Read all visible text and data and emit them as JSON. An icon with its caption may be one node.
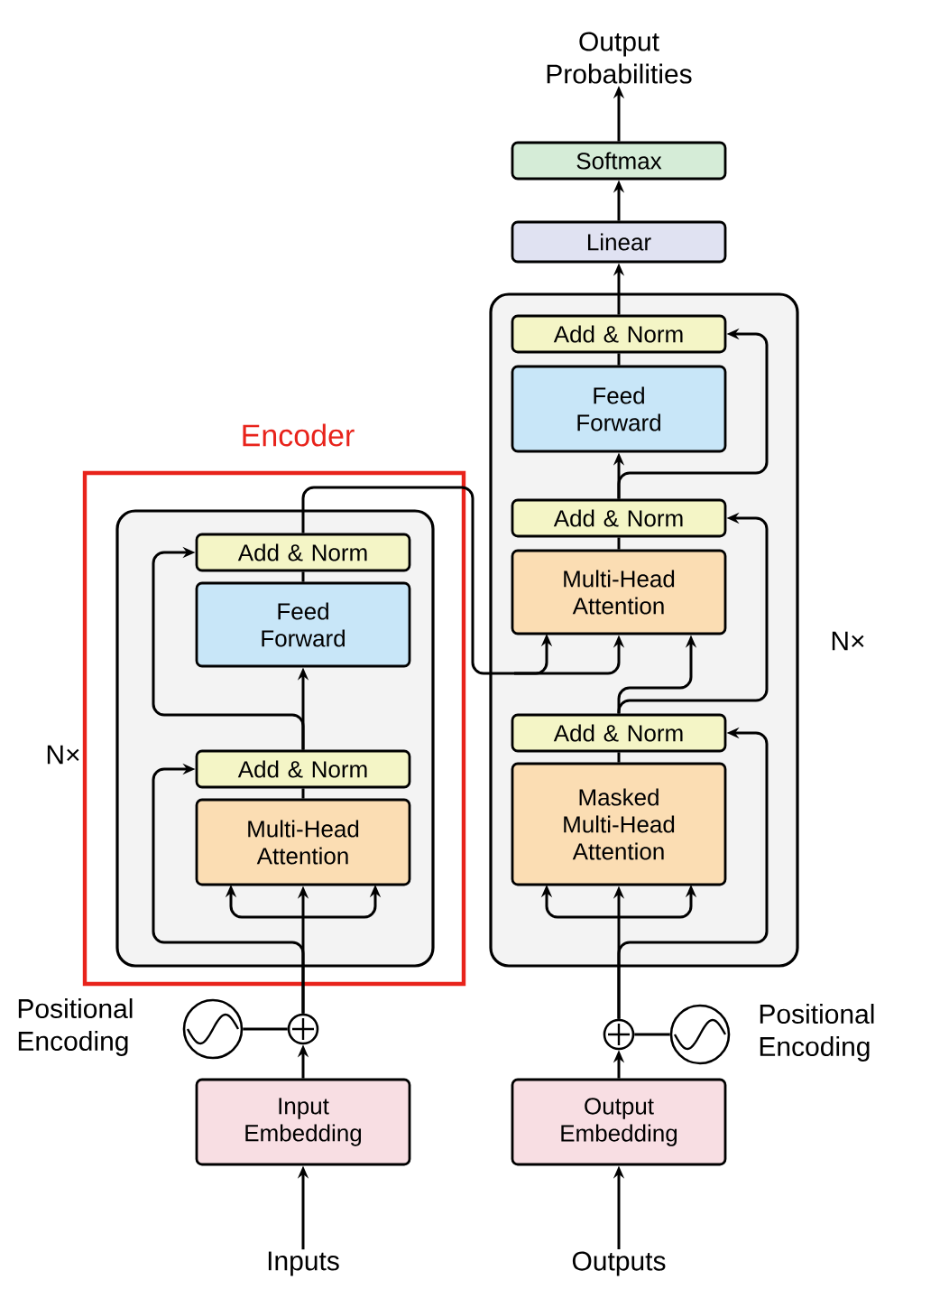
{
  "diagram": {
    "nodes": [
      {
        "text": [
          "Encoder"
        ]
      },
      {
        "text": [],
        "shape": "box",
        "in": 0,
        "beside": [
          "N×"
        ]
      },
      {
        "text": [
          "Add & Norm"
        ],
        "in": 1
      },
      {
        "text": [
          "Feed Forward"
        ],
        "in": 1
      },
      {
        "text": [
          "Add & Norm"
        ],
        "in": 1
      },
      {
        "text": [
          "Multi-Head Attention"
        ],
        "in": 1
      },
      {
        "text": [],
        "shape": "circle",
        "beside": [
          "Positional Encoding"
        ]
      },
      {
        "text": [],
        "shape": "circle"
      },
      {
        "text": [
          "Input Embedding"
        ]
      },
      {
        "text": [
          "Inputs"
        ]
      },
      {
        "text": [],
        "shape": "box",
        "beside": [
          "N×"
        ]
      },
      {
        "text": [
          "Add & Norm"
        ],
        "in": 10
      },
      {
        "text": [
          "Feed Forward"
        ],
        "in": 10
      },
      {
        "text": [
          "Add & Norm"
        ],
        "in": 10
      },
      {
        "text": [
          "Multi-Head Attention"
        ],
        "in": 10
      },
      {
        "text": [
          "Add & Norm"
        ],
        "in": 10
      },
      {
        "text": [
          "Masked Multi-Head Attention"
        ],
        "in": 10
      },
      {
        "text": [],
        "shape": "circle",
        "beside": [
          "Positional Encoding"
        ]
      },
      {
        "text": [],
        "shape": "circle"
      },
      {
        "text": [
          "Output Embedding"
        ]
      },
      {
        "text": [
          "Outputs"
        ]
      },
      {
        "text": [
          "Linear"
        ]
      },
      {
        "text": [
          "Softmax"
        ]
      },
      {
        "text": [
          "Output Probabilities"
        ]
      }
    ],
    "edges": [
      {
        "from": 9,
        "to": 8,
        "arrow": "to"
      },
      {
        "from": 8,
        "to": 7,
        "arrow": "to"
      },
      {
        "from": 6,
        "to": 7,
        "arrow": "none"
      },
      {
        "from": 7,
        "to": 5,
        "arrow": "to"
      },
      {
        "from": 7,
        "to": 4,
        "arrow": "to"
      },
      {
        "from": 5,
        "to": 4,
        "arrow": "none"
      },
      {
        "from": 4,
        "to": 3,
        "arrow": "to"
      },
      {
        "from": 4,
        "to": 2,
        "arrow": "to"
      },
      {
        "from": 3,
        "to": 2,
        "arrow": "none"
      },
      {
        "from": 2,
        "to": 14,
        "arrow": "to"
      },
      {
        "from": 20,
        "to": 19,
        "arrow": "to"
      },
      {
        "from": 19,
        "to": 18,
        "arrow": "to"
      },
      {
        "from": 17,
        "to": 18,
        "arrow": "none"
      },
      {
        "from": 18,
        "to": 16,
        "arrow": "to"
      },
      {
        "from": 18,
        "to": 15,
        "arrow": "to"
      },
      {
        "from": 16,
        "to": 15,
        "arrow": "none"
      },
      {
        "from": 15,
        "to": 14,
        "arrow": "to"
      },
      {
        "from": 15,
        "to": 13,
        "arrow": "to"
      },
      {
        "from": 14,
        "to": 13,
        "arrow": "none"
      },
      {
        "from": 13,
        "to": 12,
        "arrow": "to"
      },
      {
        "from": 13,
        "to": 11,
        "arrow": "to"
      },
      {
        "from": 12,
        "to": 11,
        "arrow": "none"
      },
      {
        "from": 11,
        "to": 21,
        "arrow": "to"
      },
      {
        "from": 21,
        "to": 22,
        "arrow": "to"
      },
      {
        "from": 22,
        "to": 23,
        "arrow": "to"
      }
    ]
  }
}
